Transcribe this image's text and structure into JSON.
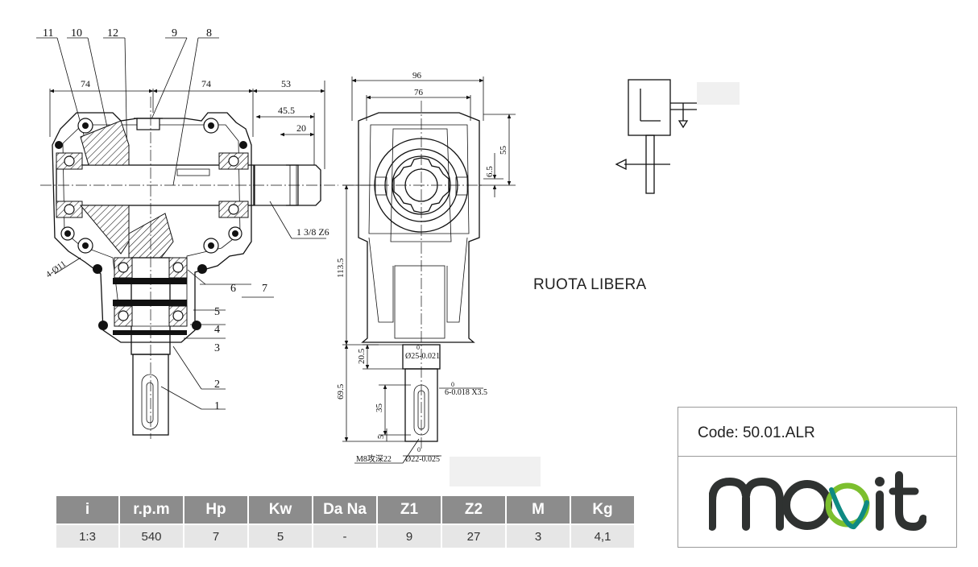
{
  "drawing": {
    "part_numbers": [
      "11",
      "10",
      "12",
      "9",
      "8",
      "6",
      "7",
      "5",
      "4",
      "3",
      "2",
      "1"
    ],
    "side_dimensions": {
      "width_left": "74",
      "width_right": "74",
      "shaft_length": "53",
      "shaft_inner": "45.5",
      "shaft_groove": "20",
      "spline": "1 3/8 Z6",
      "holes": "4-Ø11"
    },
    "front_dimensions": {
      "width_outer": "96",
      "width_inner": "76",
      "height_top": "55",
      "offset": "6.5",
      "height_body": "113.5",
      "height_lower": "20.5",
      "height_shaft": "69.5",
      "key_length": "35",
      "key_end": "5",
      "dia_upper": "Ø25-0.021",
      "dia_upper_tol": "0",
      "dia_lower": "Ø22-0.025",
      "dia_lower_tol": "0",
      "keyway": "6-0.018 X3.5",
      "keyway_tol": "0",
      "thread": "M8攻深22"
    }
  },
  "caption": "RUOTA LIBERA",
  "specs": {
    "headers": [
      "i",
      "r.p.m",
      "Hp",
      "Kw",
      "Da Na",
      "Z1",
      "Z2",
      "M",
      "Kg"
    ],
    "values": [
      "1:3",
      "540",
      "7",
      "5",
      "-",
      "9",
      "27",
      "3",
      "4,1"
    ]
  },
  "product": {
    "code_label": "Code: 50.01.ALR",
    "brand": "movit"
  },
  "colors": {
    "header_bg": "#8c8c8c",
    "cell_bg": "#e6e6e6",
    "logo_dark": "#2f3231",
    "logo_green": "#7cbf2e",
    "logo_teal": "#0f8a83"
  }
}
